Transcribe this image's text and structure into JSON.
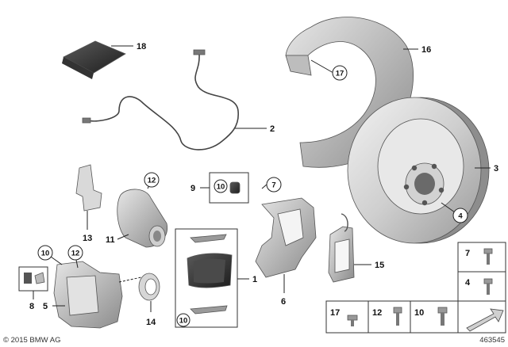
{
  "callouts": {
    "c1": "1",
    "c2": "2",
    "c3": "3",
    "c4": "4",
    "c5": "5",
    "c6": "6",
    "c7": "7",
    "c8": "8",
    "c9": "9",
    "c10": "10",
    "c11": "11",
    "c12": "12",
    "c13": "13",
    "c14": "14",
    "c15": "15",
    "c16": "16",
    "c17": "17",
    "c18": "18"
  },
  "hardware_legend": {
    "right_top": "7",
    "right_mid": "4",
    "bottom_a": "17",
    "bottom_b": "12",
    "bottom_c": "10"
  },
  "footer": {
    "copyright": "© 2015 BMW AG",
    "diagram_number": "463545"
  }
}
